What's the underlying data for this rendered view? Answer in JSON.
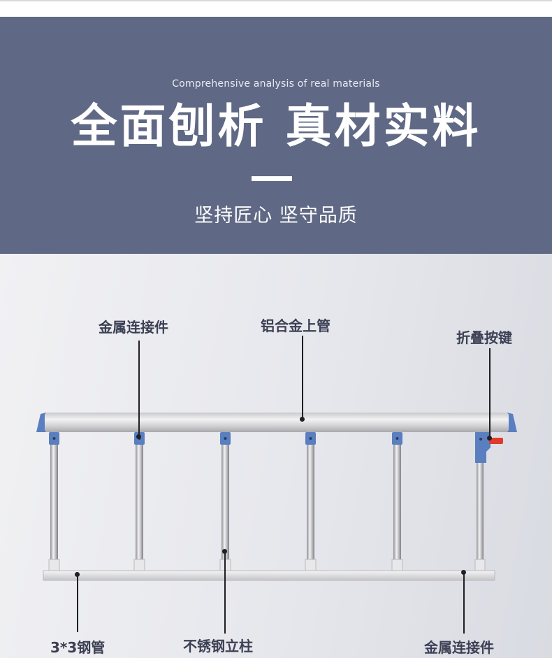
{
  "header": {
    "subtitle_en": "Comprehensive analysis of real materials",
    "headline": "全面刨析 真材实料",
    "tagline": "坚持匠心 坚守品质"
  },
  "annotations": {
    "metal_connector_top": "金属连接件",
    "aluminum_top_tube": "铝合金上管",
    "fold_button": "折叠按键",
    "steel_tube": "3*3钢管",
    "stainless_post": "不锈钢立柱",
    "metal_connector_bottom": "金属连接件"
  },
  "colors": {
    "banner": "#5f6884",
    "accent_blue": "#5a7fc0",
    "fold_button_red": "#e03a2e",
    "label_text": "#3c4054"
  }
}
